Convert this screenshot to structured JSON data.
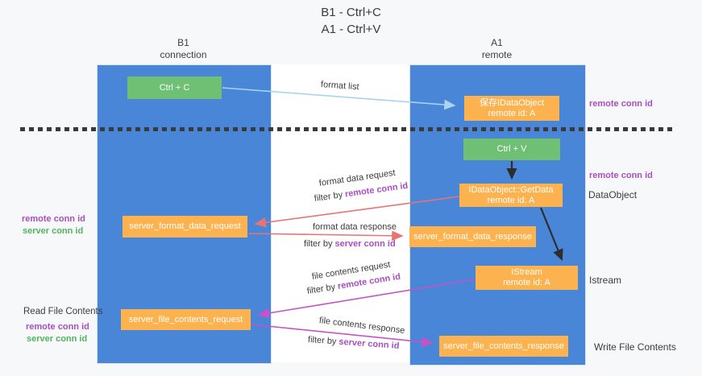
{
  "title": {
    "line1": "B1 - Ctrl+C",
    "line2": "A1 - Ctrl+V"
  },
  "lanes": {
    "left": {
      "name": "B1",
      "role": "connection"
    },
    "right": {
      "name": "A1",
      "role": "remote"
    }
  },
  "nodes": {
    "ctrl_c": {
      "label": "Ctrl + C"
    },
    "ctrl_v": {
      "label": "Ctrl + V"
    },
    "save_dataobject": {
      "line1": "保存IDataObject",
      "line2": "remote id: A"
    },
    "getdata": {
      "line1": "IDataObject::GetData",
      "line2": "remote id: A"
    },
    "istream": {
      "line1": "IStream",
      "line2": "remote id: A"
    },
    "format_request": {
      "label": "server_format_data_request"
    },
    "format_response": {
      "label": "server_format_data_response"
    },
    "file_request": {
      "label": "server_file_contents_request"
    },
    "file_response": {
      "label": "server_file_contents_response"
    }
  },
  "flows": {
    "format_list": {
      "label": "format list"
    },
    "format_data_request": {
      "label": "format data request",
      "filter_prefix": "filter by",
      "filter_key": "remote conn id"
    },
    "format_data_response": {
      "label": "format data response",
      "filter_prefix": "filter by",
      "filter_key": "server conn id"
    },
    "file_contents_request": {
      "label": "file contents request",
      "filter_prefix": "filter by",
      "filter_key": "remote conn id"
    },
    "file_contents_response": {
      "label": "file contents response",
      "filter_prefix": "filter by",
      "filter_key": "server conn id"
    }
  },
  "annotations": {
    "right_top_remote_conn_id": "remote conn id",
    "right_mid_remote_conn_id": "remote conn id",
    "dataobject": "DataObject",
    "istream": "Istream",
    "write_file_contents": "Write File Contents",
    "read_file_contents": "Read File Contents",
    "left_format_remote_conn_id": "remote conn id",
    "left_format_server_conn_id": "server conn id",
    "left_file_remote_conn_id": "remote conn id",
    "left_file_server_conn_id": "server conn id"
  },
  "colors": {
    "lane_blue": "#4a86d8",
    "box_green": "#6fbf74",
    "box_orange": "#fcb24e",
    "arrow_red": "#e87472",
    "arrow_magenta": "#c553c5",
    "arrow_lightblue": "#a9d3ee",
    "arrow_black": "#2d2d2d",
    "label_purple": "#a94dc2",
    "label_green": "#52b35c",
    "divider_dark": "#3a3a3a"
  }
}
